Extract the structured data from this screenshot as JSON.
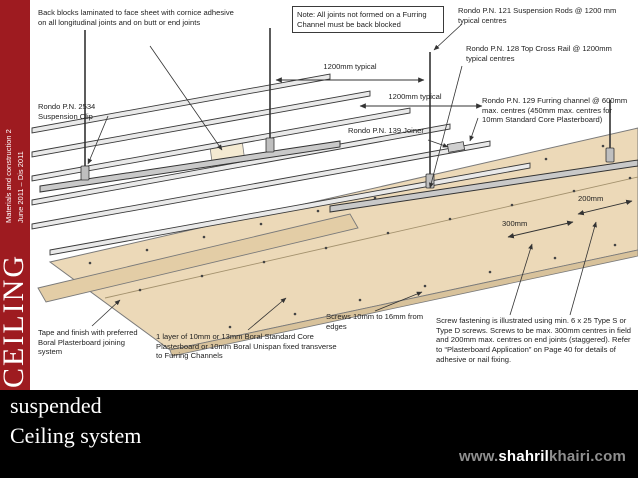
{
  "sidebar": {
    "course": "Materials and construction 2",
    "dates": "June 2011 – Dis 2011",
    "title": "CEILING"
  },
  "diagram": {
    "labels": {
      "back_blocks": "Back blocks laminated to face sheet with cornice adhesive on all longitudinal joints and on butt or end joints",
      "note": "Note: All joints not formed on a Furring Channel must be back blocked",
      "suspension_rods": "Rondo P.N. 121 Suspension Rods @ 1200 mm typical centres",
      "top_cross_rail": "Rondo P.N. 128 Top Cross Rail @ 1200mm typical centres",
      "furring_channel": "Rondo P.N. 129 Furring channel @ 600mm max. centres (450mm max. centres for 10mm Standard Core Plasterboard)",
      "suspension_clip": "Rondo P.N. 2534 Suspension Clip",
      "dim_1200_a": "1200mm typical",
      "dim_1200_b": "1200mm typical",
      "joiner": "Rondo P.N. 139 Joiner",
      "dim_200": "200mm",
      "dim_300": "300mm",
      "screws_edges": "Screws 10mm to 16mm from edges",
      "tape_finish": "Tape and finish with preferred Boral Plasterboard joining system",
      "board_layer": "1 layer of 10mm or 13mm Boral Standard Core Plasterboard or 10mm Boral Unispan fixed transverse to Furring Channels",
      "screw_fastening": "Screw fastening is illustrated using min. 6 x 25 Type S or Type D screws. Screws to be max. 300mm centres in field and 200mm max. centres on end joints (staggered). Refer to “Plasterboard Application” on Page 40 for details of adhesive or nail fixing."
    }
  },
  "footer": {
    "line1": "suspended",
    "line2": "Ceiling system",
    "website": {
      "prefix": "www.",
      "name": "shahril",
      "rest": "khairi.com"
    }
  },
  "colors": {
    "sidebar_red": "#9e1b20",
    "footer_black": "#000000",
    "plasterboard_tan": "#ecd9b8",
    "line_dark": "#333333"
  }
}
